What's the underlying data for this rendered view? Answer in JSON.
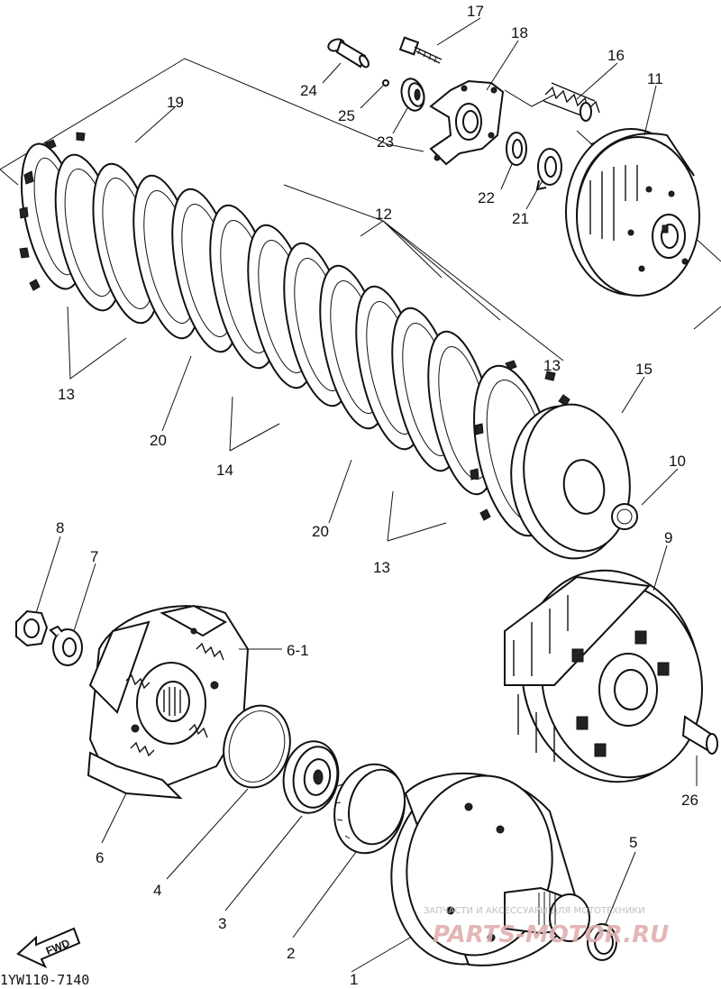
{
  "diagram": {
    "part_numbers": [
      "1",
      "2",
      "3",
      "4",
      "5",
      "6",
      "6-1",
      "7",
      "8",
      "9",
      "10",
      "11",
      "12",
      "13",
      "13",
      "13",
      "14",
      "15",
      "16",
      "17",
      "18",
      "19",
      "20",
      "20",
      "21",
      "22",
      "23",
      "24",
      "25",
      "26"
    ],
    "drawing_code": "1YW110-7140",
    "fwd_label": "FWD",
    "watermark_top": "ЗАПЧАСТИ И АКСЕССУАРЫ ДЛЯ МОТОТЕХНИКИ",
    "watermark_main": "PARTS-MOTOR.RU"
  }
}
